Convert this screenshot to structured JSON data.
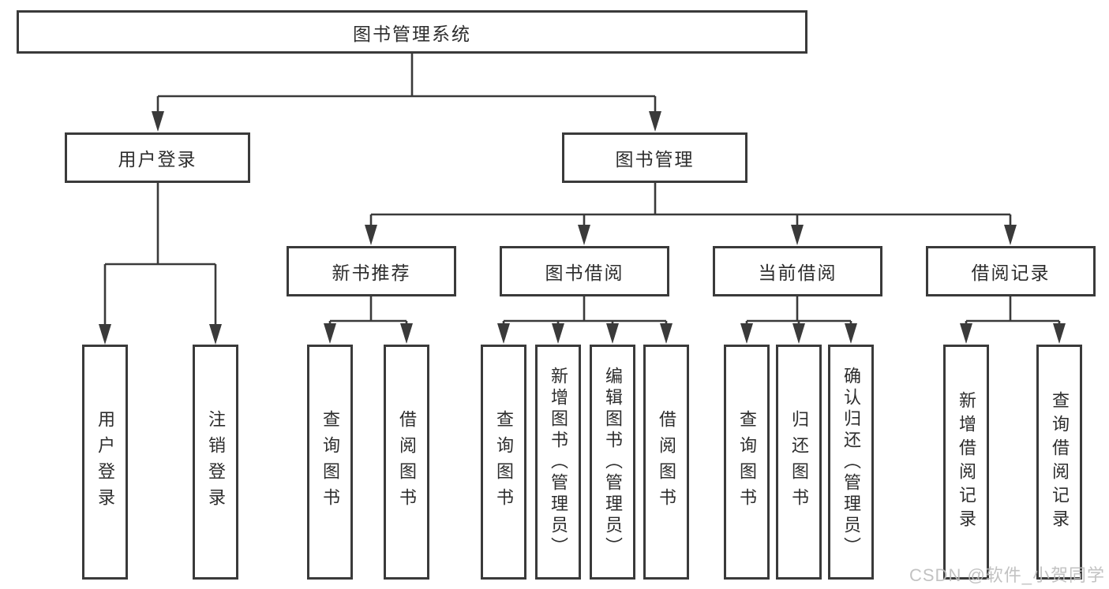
{
  "diagram": {
    "title": "图书管理系统",
    "root": {
      "label": "图书管理系统"
    },
    "level2": [
      {
        "label": "用户登录"
      },
      {
        "label": "图书管理"
      }
    ],
    "level3": [
      {
        "label": "新书推荐"
      },
      {
        "label": "图书借阅"
      },
      {
        "label": "当前借阅"
      },
      {
        "label": "借阅记录"
      }
    ],
    "leaves": [
      {
        "label": "用户登录",
        "parent": "用户登录"
      },
      {
        "label": "注销登录",
        "parent": "用户登录"
      },
      {
        "label": "查询图书",
        "parent": "新书推荐"
      },
      {
        "label": "借阅图书",
        "parent": "新书推荐"
      },
      {
        "label": "查询图书",
        "parent": "图书借阅"
      },
      {
        "label": "新增图书（管理员）",
        "parent": "图书借阅"
      },
      {
        "label": "编辑图书（管理员）",
        "parent": "图书借阅"
      },
      {
        "label": "借阅图书",
        "parent": "图书借阅"
      },
      {
        "label": "查询图书",
        "parent": "当前借阅"
      },
      {
        "label": "归还图书",
        "parent": "当前借阅"
      },
      {
        "label": "确认归还（管理员）",
        "parent": "当前借阅"
      },
      {
        "label": "新增借阅记录",
        "parent": "借阅记录"
      },
      {
        "label": "查询借阅记录",
        "parent": "借阅记录"
      }
    ]
  },
  "watermark": {
    "text": "CSDN @软件_小贺同学"
  },
  "colors": {
    "line": "#3a3a3a",
    "border": "#3a3a3a",
    "text": "#2d2d2d",
    "background": "#ffffff",
    "watermark": "#bcbcbc"
  }
}
